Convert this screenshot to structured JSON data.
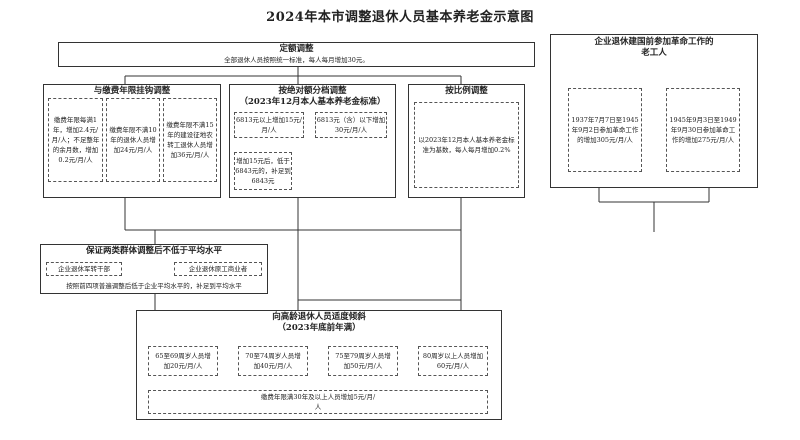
{
  "title": "2024年本市调整退休人员基本养老金示意图",
  "fixed": {
    "head": "定额调整",
    "text": "全部退休人员按照统一标准，每人每月增加30元。"
  },
  "linked": {
    "head": "与缴费年限挂钩调整",
    "items": [
      "缴费年限每满1年，增加2.4元/月/人；不足整年的余月数，增加0.2元/月/人",
      "缴费年限不满10年的退休人员增加24元/月/人",
      "缴费年限不满15年的建设征地农转工退休人员增加36元/月/人"
    ]
  },
  "tier": {
    "head": "按绝对额分档调整",
    "sub": "（2023年12月本人基本养老金标准）",
    "above": "6813元以上增加15元/月/人",
    "below": "6813元（含）以下增加30元/月/人",
    "topup": "增加15元后，低于6843元的，补足到6843元"
  },
  "ratio": {
    "head": "按比例调整",
    "text": "以2023年12月本人基本养老金标准为基数，每人每月增加0.2%"
  },
  "veteran": {
    "head": "企业退休建国前参加革命工作的老工人",
    "items": [
      "1937年7月7日至1945年9月2日参加革命工作的增加305元/月/人",
      "1945年9月3日至1949年9月30日参加革命工作的增加275元/月/人"
    ]
  },
  "guarantee": {
    "head": "保证两类群体调整后不低于平均水平",
    "cadre": "企业退休军转干部",
    "model": "企业退休原工商业者",
    "text": "按照前四项普遍调整后低于企业平均水平的，补足到平均水平"
  },
  "aged": {
    "head": "向高龄退休人员适度倾斜",
    "sub": "（2023年底前年满）",
    "items": [
      "65至69周岁人员增加20元/月/人",
      "70至74周岁人员增加40元/月/人",
      "75至79周岁人员增加50元/月/人",
      "80周岁以上人员增加60元/月/人"
    ],
    "extra": "缴费年限满30年及以上人员增加5元/月/人"
  }
}
